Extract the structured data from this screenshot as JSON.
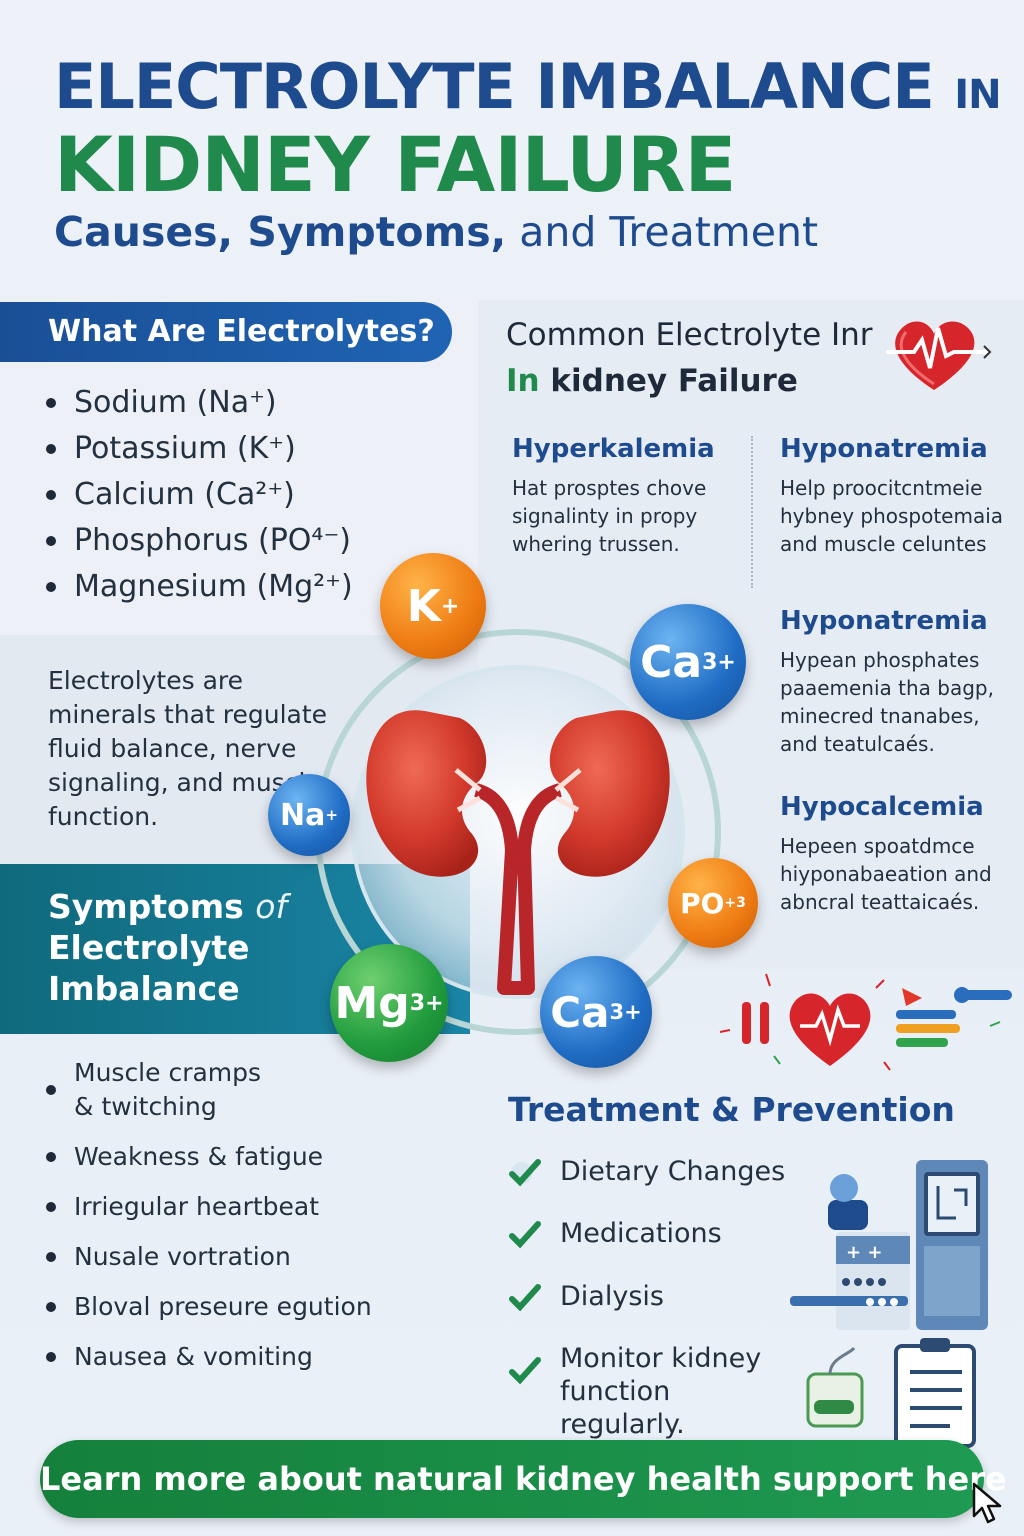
{
  "header": {
    "title_line1": "ELECTROLYTE IMBALANCE",
    "title_line1_suffix": "IN",
    "title_line2": "KIDNEY FAILURE",
    "subtitle_bold": "Causes, Symptoms,",
    "subtitle_rest": " and Treatment"
  },
  "what": {
    "heading": "What Are Electrolytes?",
    "items": [
      "Sodium (Na⁺)",
      "Potassium (K⁺)",
      "Calcium (Ca²⁺)",
      "Phosphorus (PO⁴⁻)",
      "Magnesium (Mg²⁺)"
    ],
    "description": "Electrolytes are minerals that regulate fluid balance, nerve signaling, and muscle function."
  },
  "symptoms": {
    "heading_part1": "Symptoms",
    "heading_of": "of",
    "heading_part2": "Electrolyte",
    "heading_part3": "Imbalance",
    "items": [
      "Muscle cramps & twitching",
      "Weakness & fatigue",
      "Irriegular heartbeat",
      "Nusale vortration",
      "Bloval preseure egution",
      "Nausea & vomiting"
    ]
  },
  "common": {
    "title_line1": "Common Electrolyte Inr",
    "title_in": "In",
    "title_rest": " kidney Failure",
    "columns": [
      {
        "heading": "Hyperkalemia",
        "body": "Hat prosptes chove signalinty in propy whering trussen."
      },
      {
        "heading": "Hyponatremia",
        "body": "Help proocitcntmeie hybney phospotemaia and muscle celuntes"
      },
      {
        "heading": "Hyponatremia",
        "body": "Hypean phosphates paaemenia tha bagp, minecred tnanabes, and teatulcaés."
      },
      {
        "heading": "Hypocalcemia",
        "body": "Hepeen spoatdmce hiyponabaeation and abncral teattaicaés."
      }
    ]
  },
  "ions": {
    "k": {
      "sym": "K",
      "charge": "+"
    },
    "ca1": {
      "sym": "Ca",
      "charge": "3+"
    },
    "na": {
      "sym": "Na",
      "charge": "+"
    },
    "po": {
      "sym": "PO",
      "charge": "+3"
    },
    "mg": {
      "sym": "Mg",
      "charge": "3+"
    },
    "ca2": {
      "sym": "Ca",
      "charge": "3+"
    }
  },
  "treatment": {
    "heading": "Treatment & Prevention",
    "items": [
      "Dietary Changes",
      "Medications",
      "Dialysis",
      "Monitor kidney function regularly."
    ]
  },
  "cta": {
    "label": "Learn more about natural kidney health support here"
  },
  "colors": {
    "navy": "#1e4a8e",
    "green": "#1f8a4c",
    "teal": "#0f6a7c",
    "orange": "#ee7a12",
    "blue": "#1f6cc4",
    "kidney_red": "#d33a2c"
  }
}
